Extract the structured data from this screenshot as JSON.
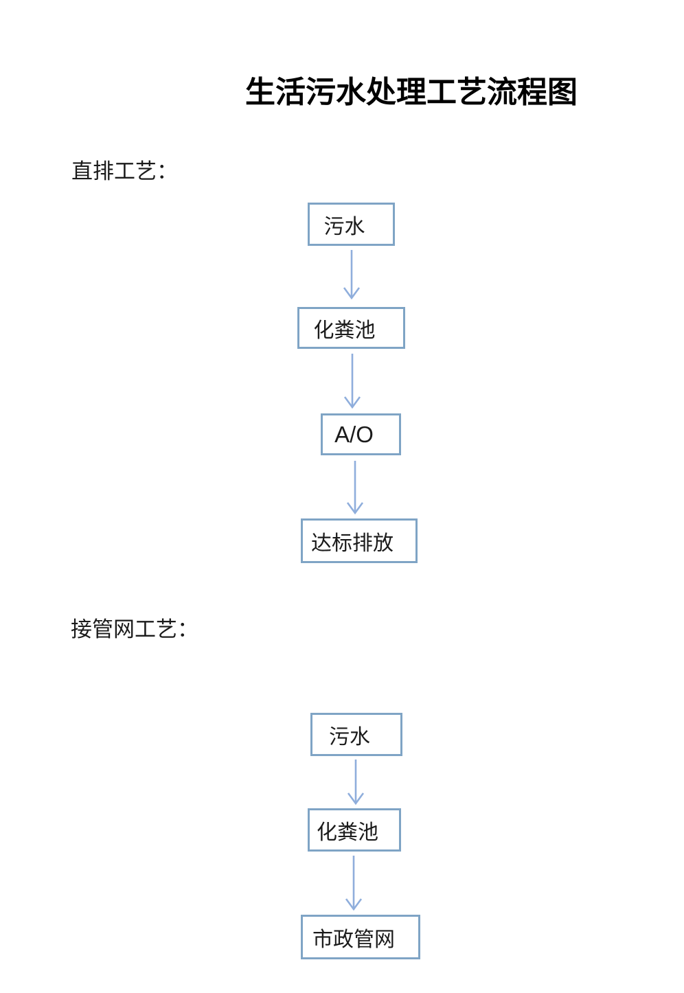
{
  "page": {
    "title": "生活污水处理工艺流程图"
  },
  "sections": [
    {
      "label": "直排工艺：",
      "flow": [
        "污水",
        "化粪池",
        "A/O",
        "达标排放"
      ]
    },
    {
      "label": "接管网工艺：",
      "flow": [
        "污水",
        "化粪池",
        "市政管网"
      ]
    }
  ],
  "colors": {
    "box_border": "#7fa4c5",
    "arrow": "#8faedc",
    "text": "#1b1b1b",
    "title": "#000000",
    "background": "#ffffff"
  }
}
